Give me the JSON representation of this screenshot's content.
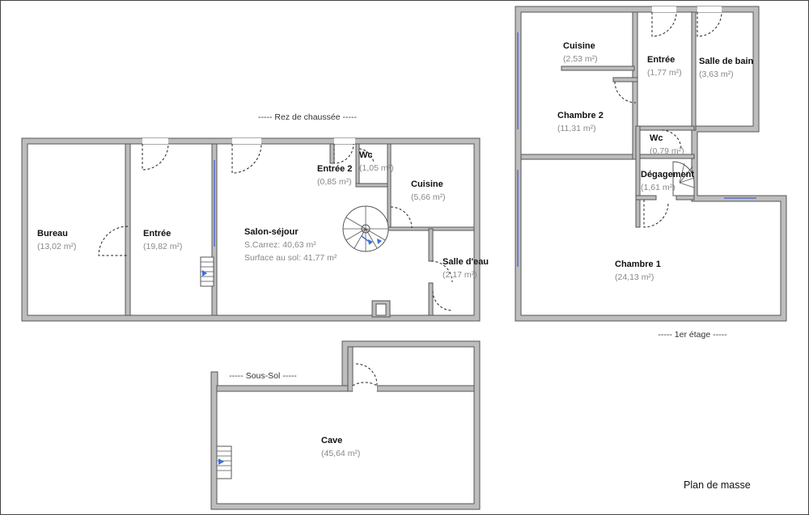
{
  "title": "Plan de masse",
  "levels": {
    "ground": "----- Rez de chaussée -----",
    "first": "----- 1er étage -----",
    "basement": "----- Sous-Sol -----"
  },
  "rooms": {
    "bureau": {
      "name": "Bureau",
      "area": "(13,02 m²)"
    },
    "entree_rdc": {
      "name": "Entrée",
      "area": "(19,82 m²)"
    },
    "salon": {
      "name": "Salon-séjour",
      "carrez": "S.Carrez: 40,63 m²",
      "sol": "Surface au sol: 41,77 m²"
    },
    "entree2": {
      "name": "Entrée 2",
      "area": "(0,85 m²)"
    },
    "wc_rdc": {
      "name": "Wc",
      "area": "(1,05 m²)"
    },
    "cuisine_rdc": {
      "name": "Cuisine",
      "area": "(5,66 m²)"
    },
    "salle_eau": {
      "name": "Salle d'eau",
      "area": "(2,17 m²)"
    },
    "cuisine_etage": {
      "name": "Cuisine",
      "area": "(2,53 m²)"
    },
    "entree_etage": {
      "name": "Entrée",
      "area": "(1,77 m²)"
    },
    "salle_bain": {
      "name": "Salle de bain",
      "area": "(3,63 m²)"
    },
    "chambre2": {
      "name": "Chambre 2",
      "area": "(11,31 m²)"
    },
    "wc_etage": {
      "name": "Wc",
      "area": "(0,79 m²)"
    },
    "degagement": {
      "name": "Dégagement",
      "area": "(1,61 m²)"
    },
    "chambre1": {
      "name": "Chambre 1",
      "area": "(24,13 m²)"
    },
    "cave": {
      "name": "Cave",
      "area": "(45,64 m²)"
    }
  }
}
